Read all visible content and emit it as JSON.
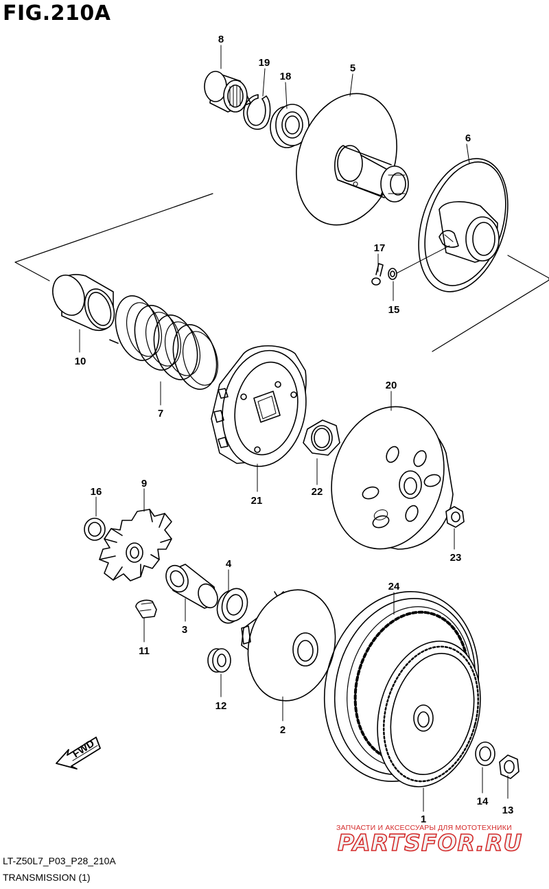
{
  "figure_title": "FIG.210A",
  "footer": {
    "code": "LT-Z50L7_P03_P28_210A",
    "name": "TRANSMISSION (1)"
  },
  "watermark": {
    "line1": "ЗАПЧАСТИ И АКСЕССУАРЫ ДЛЯ МОТОТЕХНИКИ",
    "logo": "PARTSFOR.RU"
  },
  "direction_label": "FWD",
  "callouts": {
    "c1": "1",
    "c2": "2",
    "c3": "3",
    "c4": "4",
    "c5": "5",
    "c6": "6",
    "c7": "7",
    "c8": "8",
    "c9": "9",
    "c10": "10",
    "c11": "11",
    "c12": "12",
    "c13": "13",
    "c14": "14",
    "c15": "15",
    "c16": "16",
    "c17": "17",
    "c18": "18",
    "c19": "19",
    "c20": "20",
    "c21": "21",
    "c22": "22",
    "c23": "23",
    "c24": "24"
  },
  "colors": {
    "line": "#000000",
    "watermark": "#d42a2a"
  }
}
